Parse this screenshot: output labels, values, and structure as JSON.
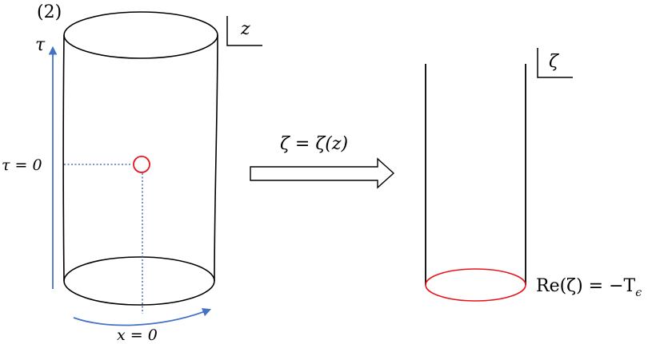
{
  "panel_label": "(2)",
  "left": {
    "plane_label": "z",
    "time_axis_label": "τ",
    "time_zero_label": "τ = 0",
    "space_zero_label": "x = 0"
  },
  "arrow": {
    "map_label": "ζ = ζ(z)"
  },
  "right": {
    "plane_label": "ζ",
    "boundary_label": "Re(ζ) = −T",
    "boundary_subscript": "ϵ"
  },
  "colors": {
    "axis_blue": "#4472c4",
    "marker_red": "#e8141b",
    "ink": "#000000"
  }
}
